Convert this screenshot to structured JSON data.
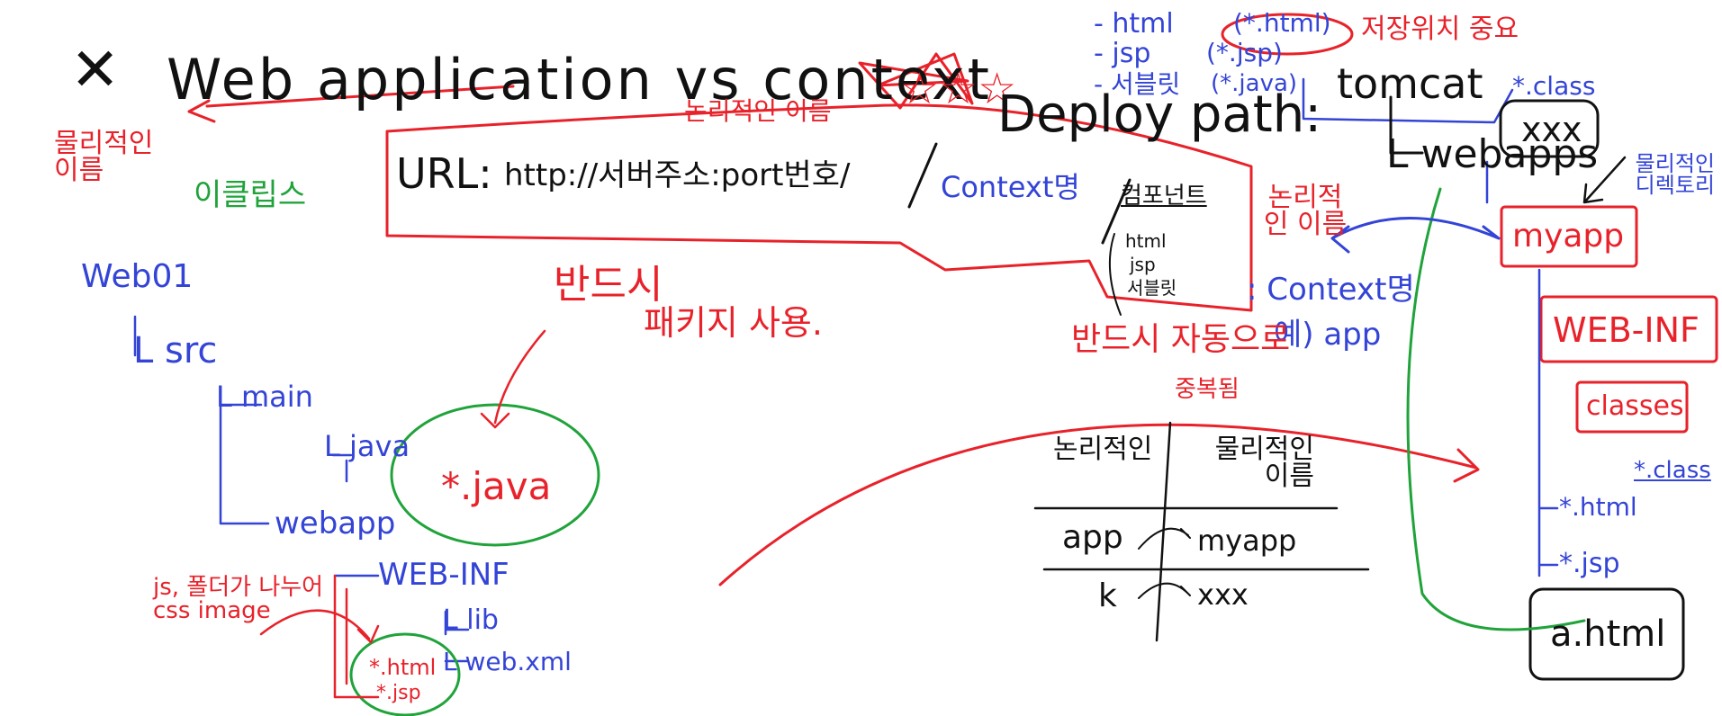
{
  "colors": {
    "ink_black": "#111111",
    "ink_red": "#e8222a",
    "ink_blue": "#3344d6",
    "ink_green": "#20a33a",
    "background": "#ffffff"
  },
  "title": {
    "star": "✕",
    "text": "Web application vs context",
    "star_marks": "☆☆☆"
  },
  "annotations": {
    "physical_name": "물리적인 이름",
    "eclipse": "이클립스",
    "logical_name_top": "논리적인 이름",
    "must": "반드시",
    "package_usage": "패키지 사용.",
    "js_css_image": "js, 폴더가 나누어 css image",
    "must_auto": "반드시 자동으로",
    "duplicated": "중복됨",
    "logical_name_right": "논리적인 이름",
    "context_name": ": Context명",
    "ex_app": "예) app",
    "physical_name_right": "물리적인 디렉토리"
  },
  "url_box": {
    "label": "URL:",
    "value": "http://서버주소:port번호/",
    "context_label": "Context명",
    "slash": "/",
    "components_title": "컴포넌트",
    "components": [
      "html",
      "jsp",
      "서블릿"
    ]
  },
  "deploy": {
    "label": "Deploy path:",
    "tomcat": "tomcat",
    "webapps": "L webapps",
    "xxx": "xxx",
    "myapp": "myapp",
    "web_inf": "WEB-INF",
    "classes": "classes",
    "class_file": "*.class",
    "class_file_top": "*.class",
    "html_file": "*.html",
    "jsp_file": "*.jsp",
    "a_html": "a.html"
  },
  "file_types": {
    "items": [
      {
        "kind": "- html",
        "ext": "(*.html)"
      },
      {
        "kind": "- jsp",
        "ext": "(*.jsp)"
      },
      {
        "kind": "- 서블릿",
        "ext": "(*.java)"
      }
    ],
    "note": "저장위치 중요"
  },
  "project_tree": {
    "root": "Web01",
    "src": "L src",
    "main": "L main",
    "java": "L java",
    "java_files": "*.java",
    "webapp": "webapp",
    "web_inf": "WEB-INF",
    "lib": "L lib",
    "web_xml": "L web.xml",
    "html_files": "*.html",
    "jsp_files": "*.jsp"
  },
  "mapping_table": {
    "left_header": "논리적인",
    "right_header": "물리적인 이름",
    "rows": [
      {
        "logical": "app",
        "physical": "myapp"
      },
      {
        "logical": "k",
        "physical": "xxx"
      }
    ]
  }
}
